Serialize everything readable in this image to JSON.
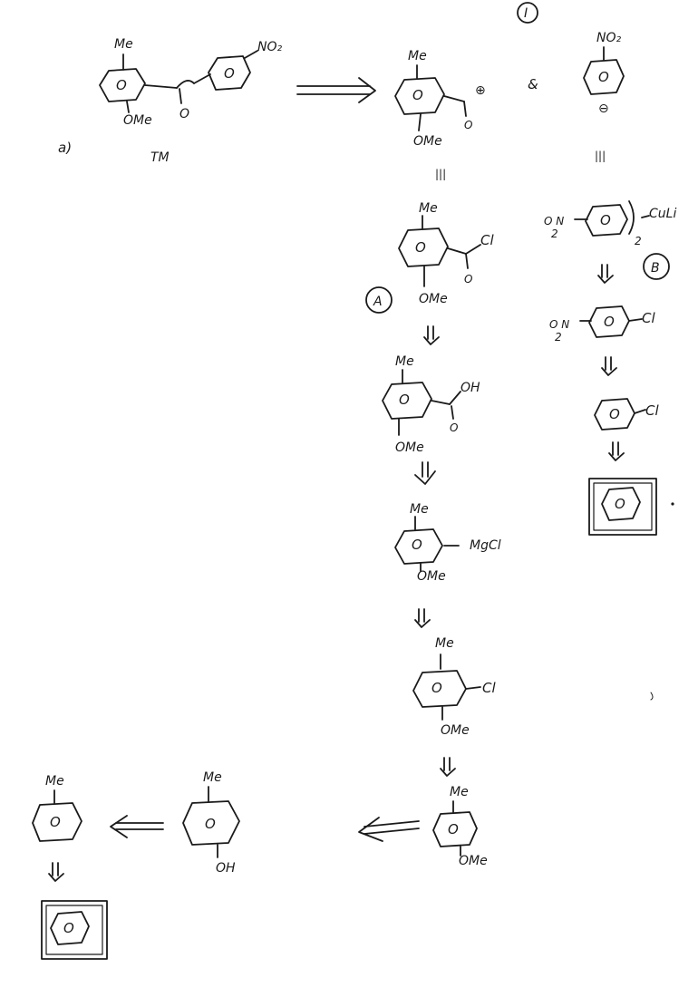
{
  "labels": {
    "part": "a)",
    "target": "TM",
    "route_one": "I",
    "route_a": "A",
    "route_b": "B",
    "and": "&",
    "me": "Me",
    "ome": "OMe",
    "oh": "OH",
    "nitro": "NO₂",
    "cl": "Cl",
    "mgcl": "MgCl",
    "cation": "⊕",
    "anion": "⊖",
    "cuprate": "CuLi",
    "subscript_two": "2",
    "ring": "O",
    "equiv": "|||",
    "carbonyl_o": "O",
    "nitro_prefix": "O N"
  }
}
